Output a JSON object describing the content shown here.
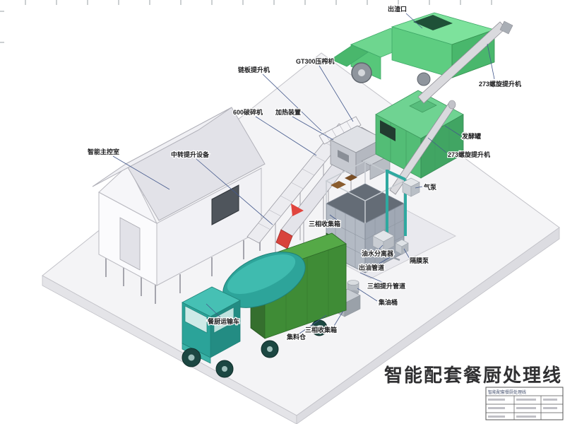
{
  "drawing": {
    "title": "智能配套餐厨处理线",
    "labels": [
      {
        "name": "slag-outlet",
        "text": "出渣口"
      },
      {
        "name": "chain-plate-elevator",
        "text": "链板提升机"
      },
      {
        "name": "gt300-press",
        "text": "GT300压榨机"
      },
      {
        "name": "screw-elevator-upper",
        "text": "273螺旋提升机"
      },
      {
        "name": "crusher-600",
        "text": "600破碎机"
      },
      {
        "name": "heating-device",
        "text": "加热装置"
      },
      {
        "name": "smart-control-room",
        "text": "智能主控室"
      },
      {
        "name": "transfer-elevator",
        "text": "中转提升设备"
      },
      {
        "name": "fermentation-tank",
        "text": "发酵罐"
      },
      {
        "name": "screw-elevator-lower",
        "text": "273螺旋提升机"
      },
      {
        "name": "air-pump",
        "text": "气泵"
      },
      {
        "name": "three-phase-collection-box-upper",
        "text": "三相收集箱"
      },
      {
        "name": "oil-water-separator",
        "text": "油水分离器"
      },
      {
        "name": "diaphragm-pump",
        "text": "隔膜泵"
      },
      {
        "name": "oil-outlet-pipe",
        "text": "出油管道"
      },
      {
        "name": "three-phase-lift-pipe",
        "text": "三相提升管道"
      },
      {
        "name": "oil-collecting-barrel",
        "text": "集油桶"
      },
      {
        "name": "kitchen-waste-truck",
        "text": "餐厨运输车"
      },
      {
        "name": "collecting-bin",
        "text": "集料仓"
      },
      {
        "name": "three-phase-collection-box-lower",
        "text": "三相收集箱"
      }
    ],
    "title_block": {
      "drawing_name": "智能配套餐厨处理线"
    },
    "colors": {
      "machine_green": "#5ecd81",
      "tank_green": "#53bd76",
      "truck_box_green": "#3f8c36",
      "truck_teal": "#2da49a",
      "steel_gray": "#b3bac4",
      "pipe_teal": "#2fa9a0",
      "accent_red": "#d8433c",
      "arrow_green": "#2fae4e"
    }
  }
}
